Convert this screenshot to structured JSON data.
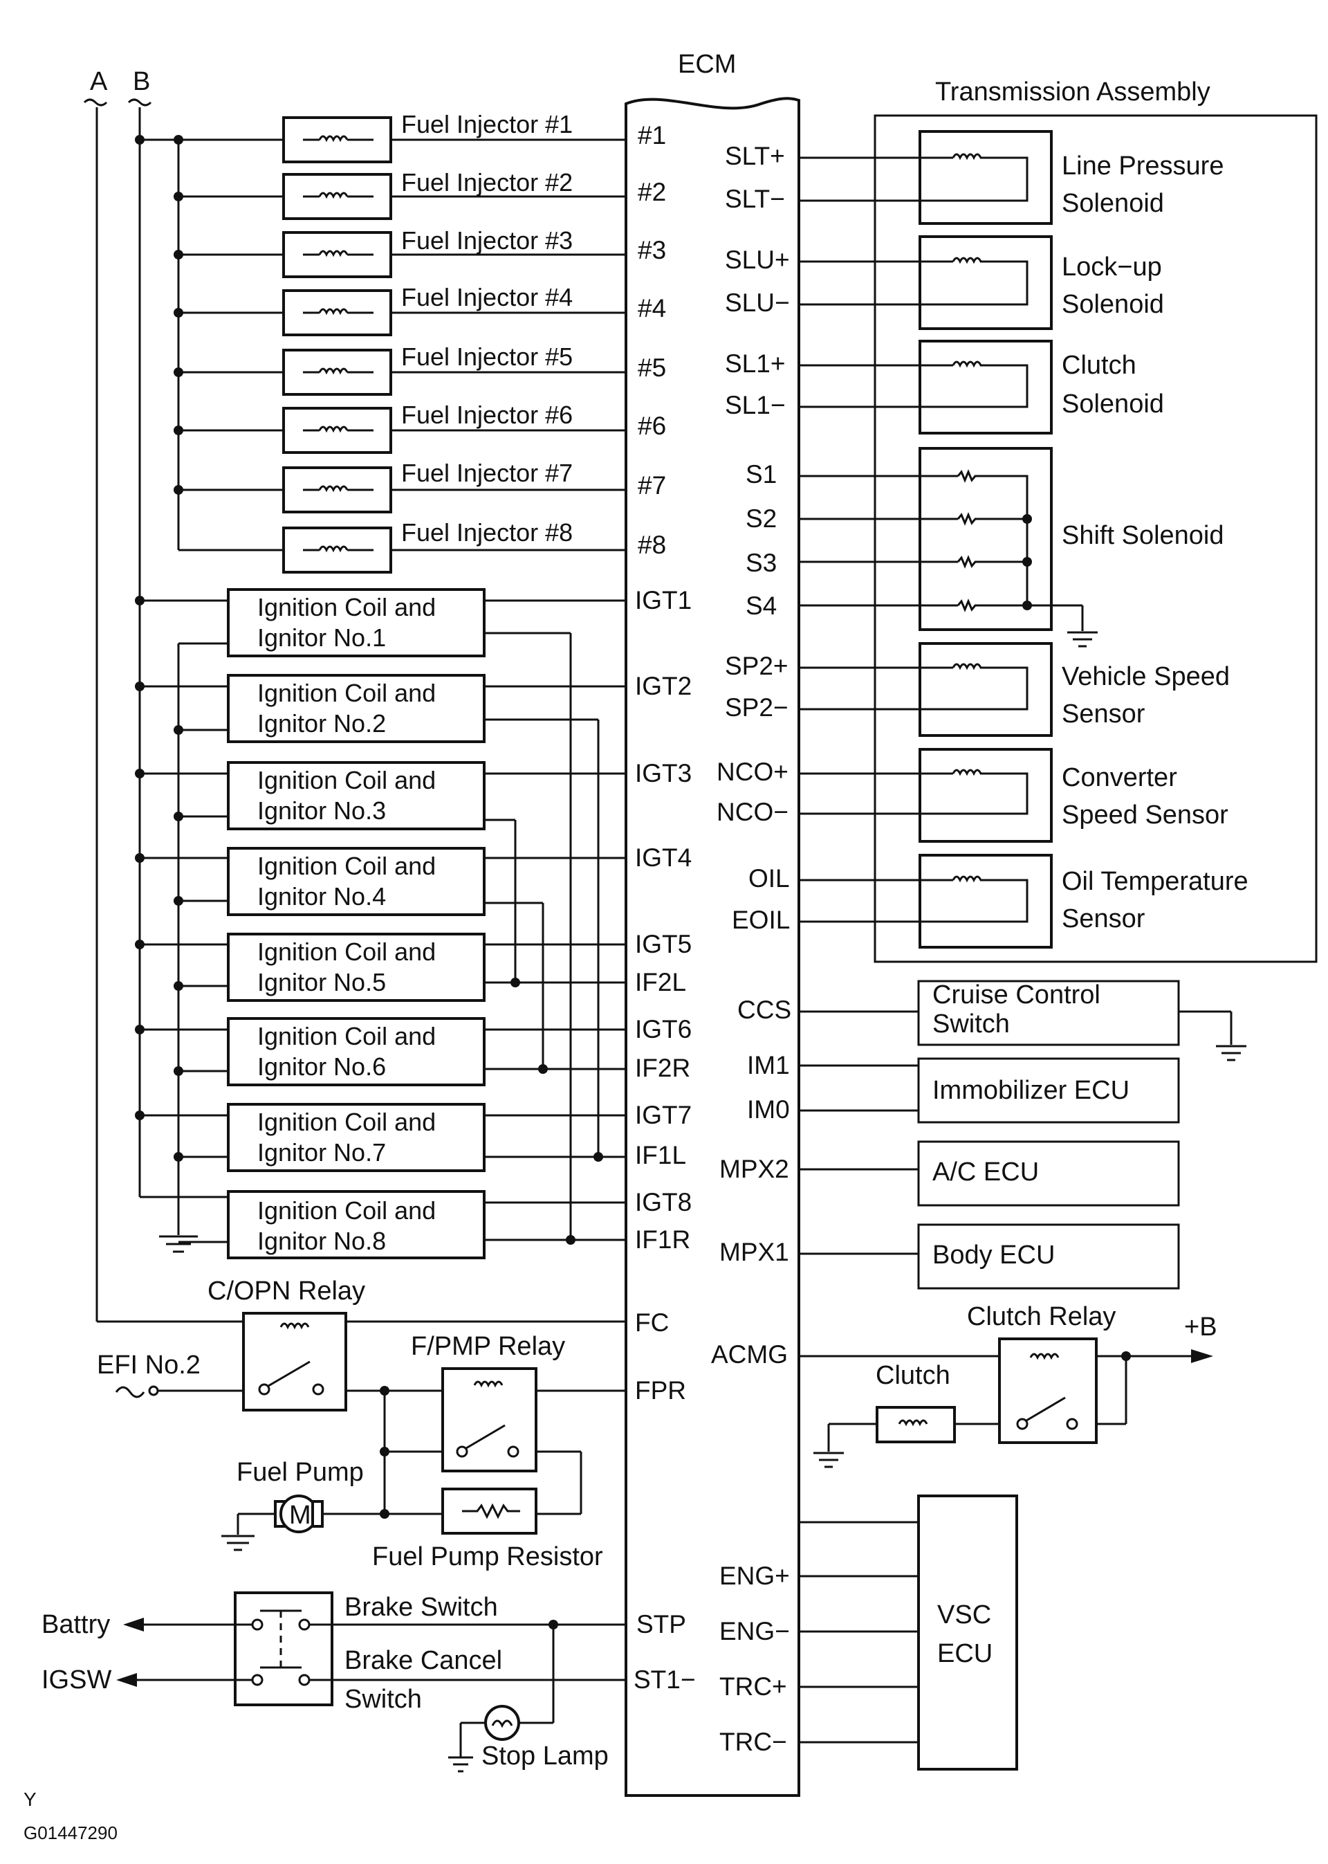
{
  "ecm": {
    "title": "ECM"
  },
  "rails": {
    "a": "A",
    "b": "B"
  },
  "injectors": [
    {
      "label": "Fuel Injector #1",
      "pin": "#1"
    },
    {
      "label": "Fuel Injector #2",
      "pin": "#2"
    },
    {
      "label": "Fuel Injector #3",
      "pin": "#3"
    },
    {
      "label": "Fuel Injector #4",
      "pin": "#4"
    },
    {
      "label": "Fuel Injector #5",
      "pin": "#5"
    },
    {
      "label": "Fuel Injector #6",
      "pin": "#6"
    },
    {
      "label": "Fuel Injector #7",
      "pin": "#7"
    },
    {
      "label": "Fuel Injector #8",
      "pin": "#8"
    }
  ],
  "coils": [
    {
      "line1": "Ignition Coil and",
      "line2": "Ignitor No.1",
      "pin": "IGT1"
    },
    {
      "line1": "Ignition Coil and",
      "line2": "Ignitor No.2",
      "pin": "IGT2"
    },
    {
      "line1": "Ignition Coil and",
      "line2": "Ignitor No.3",
      "pin": "IGT3"
    },
    {
      "line1": "Ignition Coil and",
      "line2": "Ignitor No.4",
      "pin": "IGT4"
    },
    {
      "line1": "Ignition Coil and",
      "line2": "Ignitor No.5",
      "pin": "IGT5"
    },
    {
      "line1": "Ignition Coil and",
      "line2": "Ignitor No.6",
      "pin": "IGT6"
    },
    {
      "line1": "Ignition Coil and",
      "line2": "Ignitor No.7",
      "pin": "IGT7"
    },
    {
      "line1": "Ignition Coil and",
      "line2": "Ignitor No.8",
      "pin": "IGT8"
    }
  ],
  "if_pins": [
    "IF2L",
    "IF2R",
    "IF1L",
    "IF1R"
  ],
  "left_misc": {
    "copn_relay": "C/OPN Relay",
    "efi": "EFI No.2",
    "fpmp_relay": "F/PMP Relay",
    "fuel_pump": "Fuel Pump",
    "motor": "M",
    "fuel_pump_resistor": "Fuel Pump Resistor",
    "battry": "Battry",
    "igsw": "IGSW",
    "brake_switch": "Brake Switch",
    "brake_cancel_1": "Brake Cancel",
    "brake_cancel_2": "Switch",
    "stop_lamp": "Stop Lamp",
    "pin_fc": "FC",
    "pin_fpr": "FPR",
    "pin_stp": "STP",
    "pin_st1": "ST1−"
  },
  "transmission": {
    "title": "Transmission Assembly",
    "line_pressure": {
      "pins": [
        "SLT+",
        "SLT−"
      ],
      "line1": "Line Pressure",
      "line2": "Solenoid"
    },
    "lockup": {
      "pins": [
        "SLU+",
        "SLU−"
      ],
      "line1": "Lock−up",
      "line2": "Solenoid"
    },
    "clutch": {
      "pins": [
        "SL1+",
        "SL1−"
      ],
      "line1": "Clutch",
      "line2": "Solenoid"
    },
    "shift": {
      "pins": [
        "S1",
        "S2",
        "S3",
        "S4"
      ],
      "label": "Shift Solenoid"
    },
    "vehicle_speed": {
      "pins": [
        "SP2+",
        "SP2−"
      ],
      "line1": "Vehicle  Speed",
      "line2": "Sensor"
    },
    "converter": {
      "pins": [
        "NCO+",
        "NCO−"
      ],
      "line1": "Converter",
      "line2": "Speed Sensor"
    },
    "oil_temp": {
      "pins": [
        "OIL",
        "EOIL"
      ],
      "line1": "Oil Temperature",
      "line2": "Sensor"
    }
  },
  "right_misc": {
    "ccs_pin": "CCS",
    "cruise_1": "Cruise Control",
    "cruise_2": "Switch",
    "im1": "IM1",
    "im0": "IM0",
    "immobilizer": "Immobilizer ECU",
    "mpx2": "MPX2",
    "ac_ecu": "A/C ECU",
    "mpx1": "MPX1",
    "body_ecu": "Body ECU",
    "acmg": "ACMG",
    "clutch": "Clutch",
    "clutch_relay": "Clutch Relay",
    "plus_b": "+B",
    "eng_plus": "ENG+",
    "eng_minus": "ENG−",
    "trc_plus": "TRC+",
    "trc_minus": "TRC−",
    "vsc_1": "VSC",
    "vsc_2": "ECU"
  },
  "footer": {
    "code1": "Y",
    "code2": "G01447290"
  }
}
